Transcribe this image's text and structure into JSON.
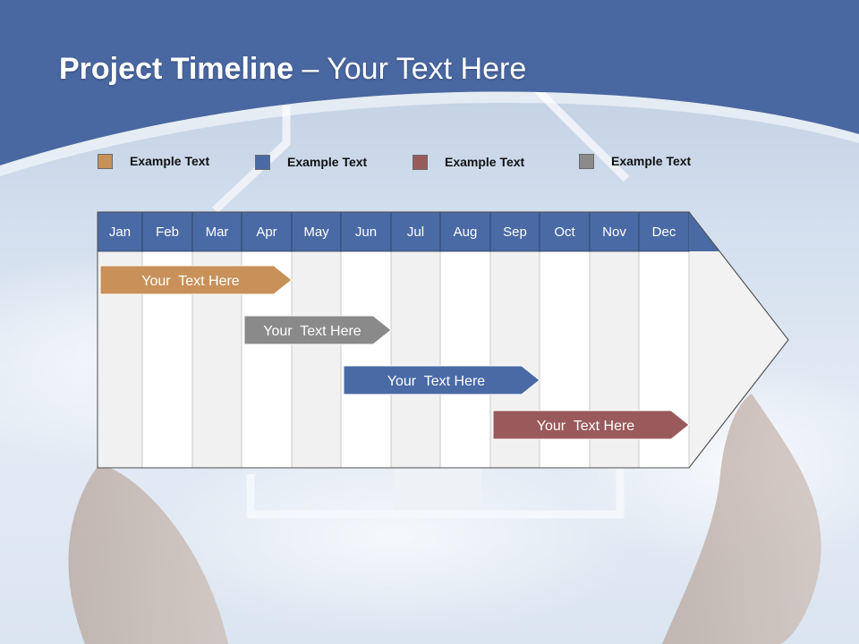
{
  "title": {
    "bold": "Project Timeline",
    "rest": " – Your Text Here"
  },
  "legend": [
    {
      "label": "Example Text",
      "color": "#c8915a"
    },
    {
      "label": "Example Text",
      "color": "#4a6aa5"
    },
    {
      "label": "Example Text",
      "color": "#9a5a5c"
    },
    {
      "label": "Example Text",
      "color": "#8a8a8a"
    }
  ],
  "months": [
    "Jan",
    "Feb",
    "Mar",
    "Apr",
    "May",
    "Jun",
    "Jul",
    "Aug",
    "Sep",
    "Oct",
    "Nov",
    "Dec"
  ],
  "tasks": [
    {
      "label": "Your  Text Here",
      "color": "#c8915a",
      "start": "Jan",
      "end": "Apr"
    },
    {
      "label": "Your  Text Here",
      "color": "#8a8a8a",
      "start": "Apr",
      "end": "Jun"
    },
    {
      "label": "Your  Text Here",
      "color": "#4a6aa5",
      "start": "Jun",
      "end": "Sep"
    },
    {
      "label": "Your  Text Here",
      "color": "#9a5a5c",
      "start": "Sep",
      "end": "Dec"
    }
  ],
  "colors": {
    "header_band": "#4a6aa5",
    "title_band": "#4967a0"
  }
}
